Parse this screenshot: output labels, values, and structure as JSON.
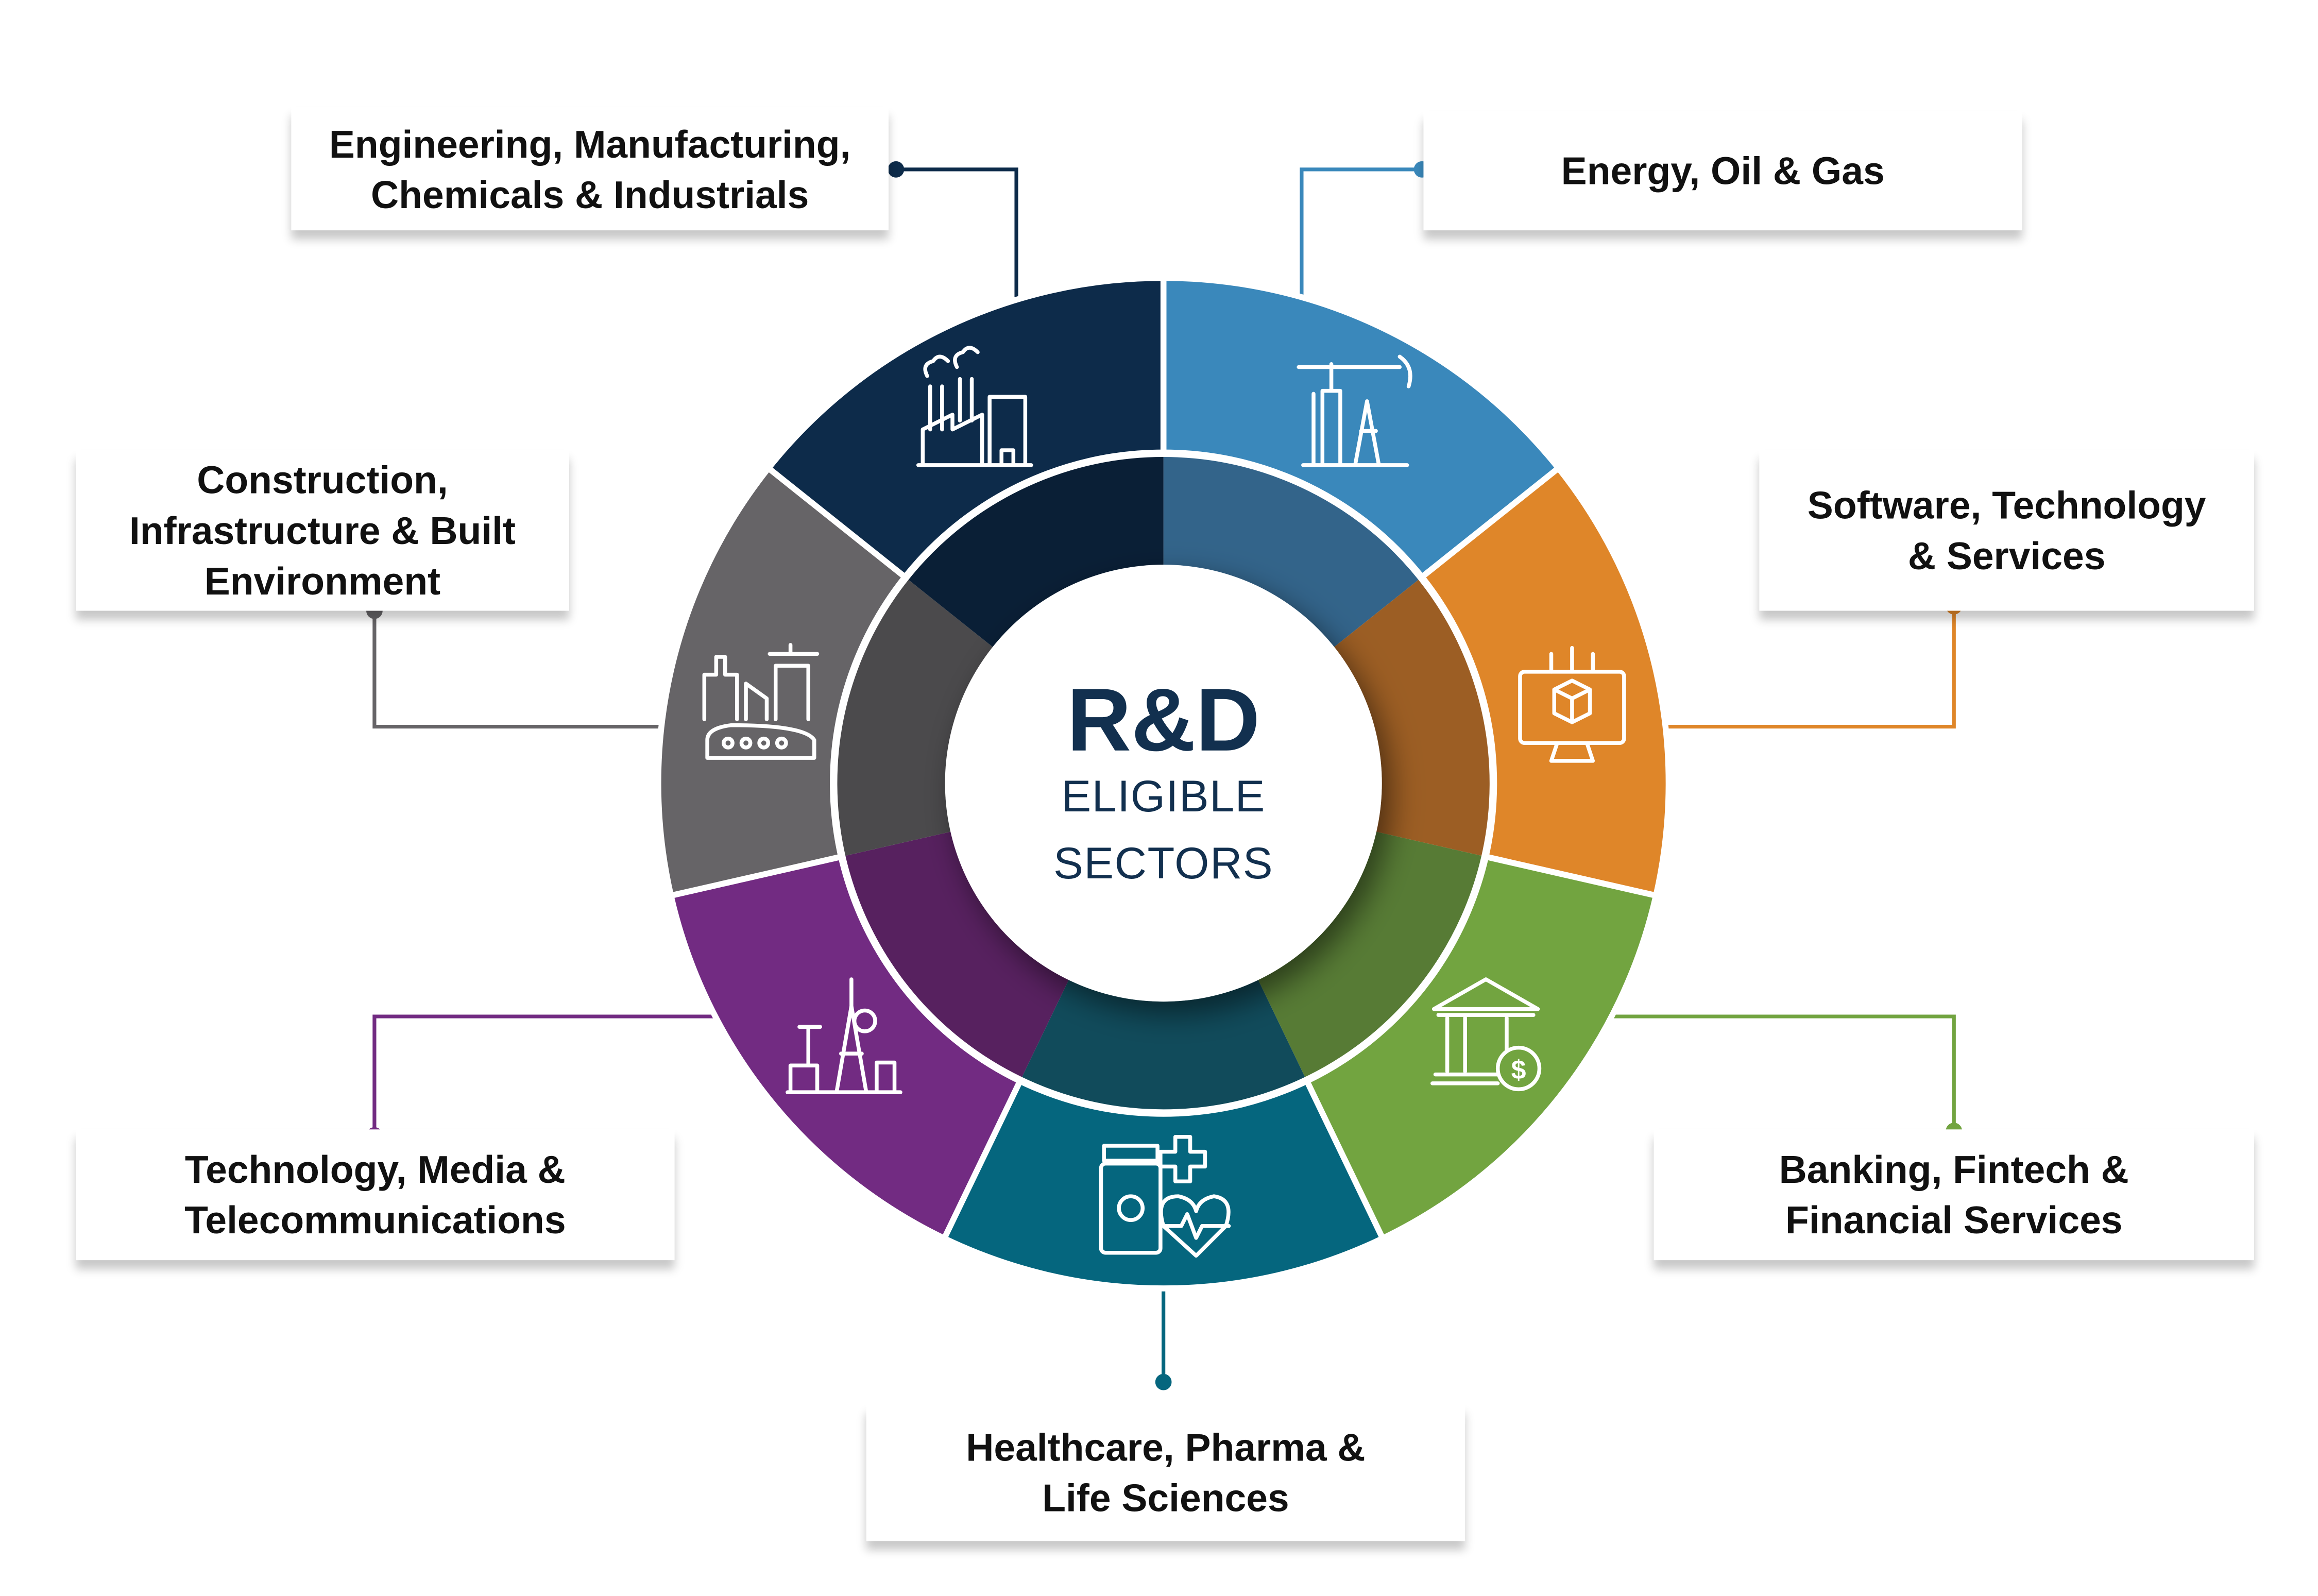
{
  "center": {
    "title": "R&D",
    "line1": "ELIGIBLE",
    "line2": "SECTORS"
  },
  "sectors": [
    {
      "label": "Energy, Oil & Gas",
      "color": "#3a88bb",
      "inner": "#33648a",
      "icon": "oil-pump-icon"
    },
    {
      "label": "Software, Technology\n& Services",
      "color": "#df8629",
      "inner": "#9c5e24",
      "icon": "computer-cube-icon"
    },
    {
      "label": "Banking, Fintech &\nFinancial Services",
      "color": "#72a440",
      "inner": "#577b35",
      "icon": "bank-dollar-icon"
    },
    {
      "label": "Healthcare, Pharma &\nLife Sciences",
      "color": "#05667e",
      "inner": "#114b5b",
      "icon": "medicine-heart-icon"
    },
    {
      "label": "Technology, Media &\nTelecommunications",
      "color": "#722b82",
      "inner": "#57215f",
      "icon": "telecom-tower-icon"
    },
    {
      "label": "Construction,\nInfrastructure & Built\nEnvironment",
      "color": "#666467",
      "inner": "#4b4a4c",
      "icon": "construction-icon"
    },
    {
      "label": "Engineering, Manufacturing,\nChemicals & Industrials",
      "color": "#0d2b4a",
      "inner": "#0a1f36",
      "icon": "factory-icon"
    }
  ]
}
